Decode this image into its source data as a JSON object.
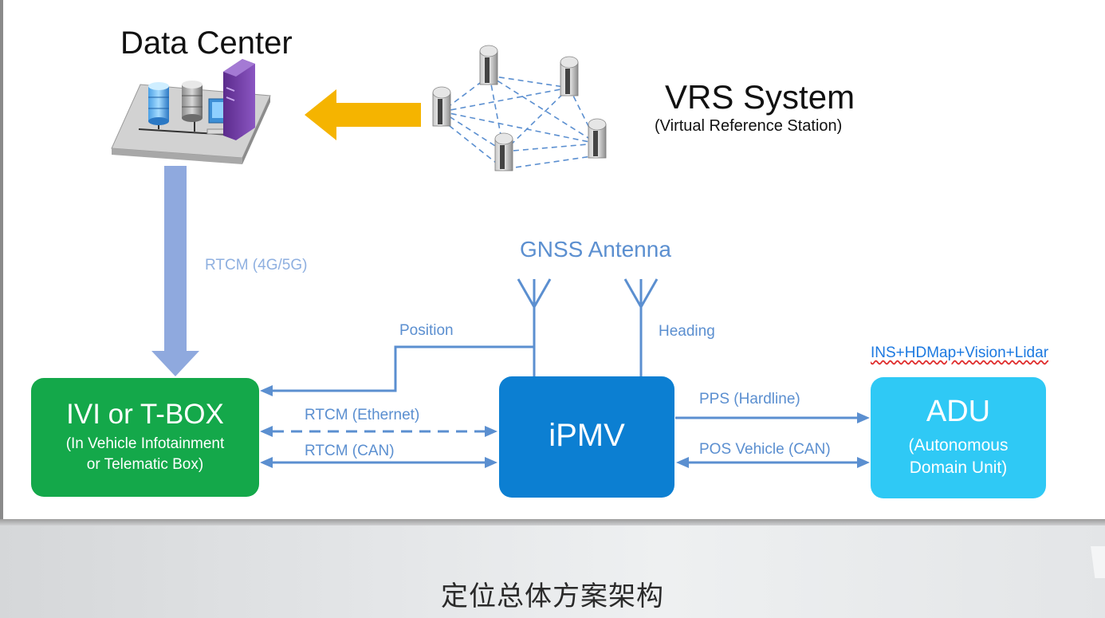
{
  "data_center": {
    "title": "Data Center"
  },
  "vrs": {
    "title": "VRS System",
    "subtitle": "(Virtual Reference Station)"
  },
  "gnss": {
    "label": "GNSS Antenna"
  },
  "links": {
    "rtcm_4g5g": "RTCM (4G/5G)",
    "position": "Position",
    "heading": "Heading",
    "rtcm_ethernet": "RTCM (Ethernet)",
    "rtcm_can": "RTCM (CAN)",
    "pps": "PPS (Hardline)",
    "pos_vehicle": "POS Vehicle (CAN)"
  },
  "ivi": {
    "title": "IVI or T-BOX",
    "subtitle_line1": "(In Vehicle Infotainment",
    "subtitle_line2": "or Telematic Box)"
  },
  "ipmv": {
    "title": "iPMV"
  },
  "adu": {
    "title": "ADU",
    "subtitle_line1": "(Autonomous",
    "subtitle_line2": "Domain Unit)"
  },
  "adu_inputs": "INS+HDMap+Vision+Lidar",
  "caption": "定位总体方案架构",
  "colors": {
    "ivi_green": "#14a84a",
    "ipmv_blue": "#0c7fd2",
    "adu_cyan": "#2fc9f5",
    "arrow_orange": "#f5b400",
    "link_blue": "#5b8fd0",
    "downlink_blue": "#8fa9de"
  },
  "icons": [
    "server-rack-icon",
    "database-icon",
    "computer-icon",
    "reference-station-icon",
    "antenna-icon"
  ]
}
